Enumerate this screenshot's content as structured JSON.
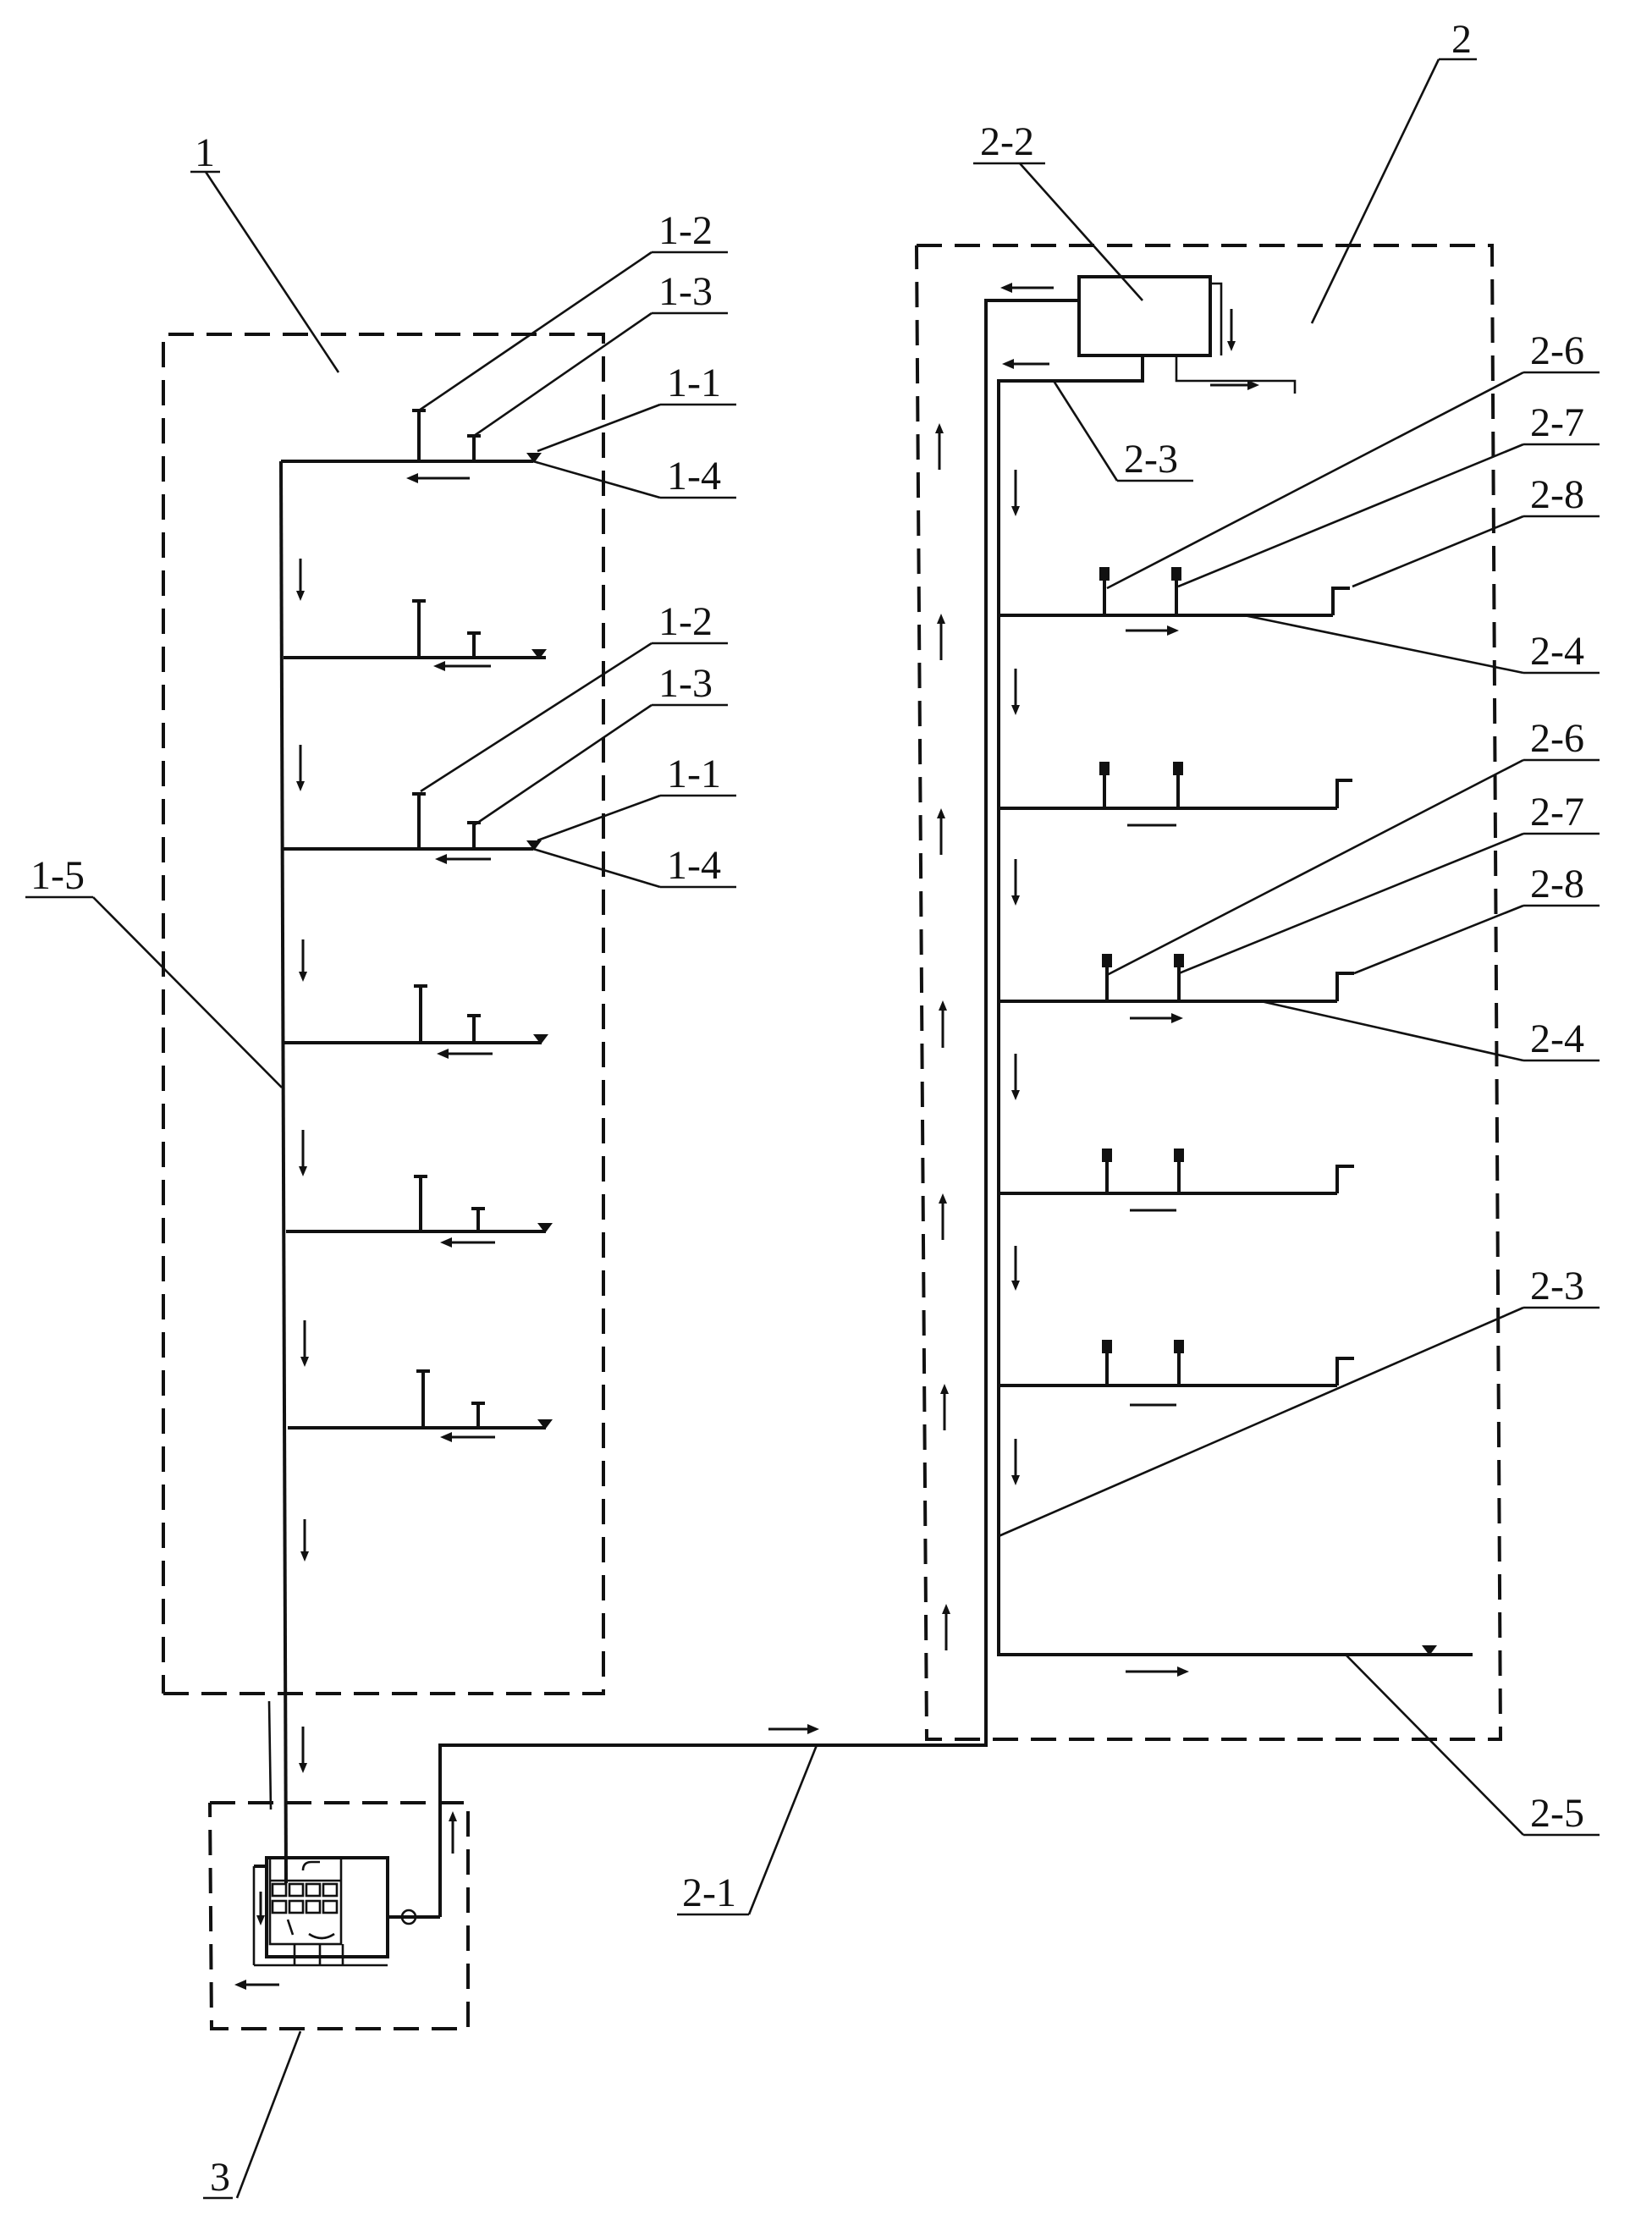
{
  "labels": {
    "l1": "1",
    "l2": "2",
    "l3": "3",
    "l1_2a": "1-2",
    "l1_3a": "1-3",
    "l1_1a": "1-1",
    "l1_4a": "1-4",
    "l1_2b": "1-2",
    "l1_3b": "1-3",
    "l1_1b": "1-1",
    "l1_4b": "1-4",
    "l1_5": "1-5",
    "l2_2": "2-2",
    "l2_3a": "2-3",
    "l2_6a": "2-6",
    "l2_7a": "2-7",
    "l2_8a": "2-8",
    "l2_4a": "2-4",
    "l2_6b": "2-6",
    "l2_7b": "2-7",
    "l2_8b": "2-8",
    "l2_4b": "2-4",
    "l2_3b": "2-3",
    "l2_5": "2-5",
    "l2_1": "2-1"
  }
}
